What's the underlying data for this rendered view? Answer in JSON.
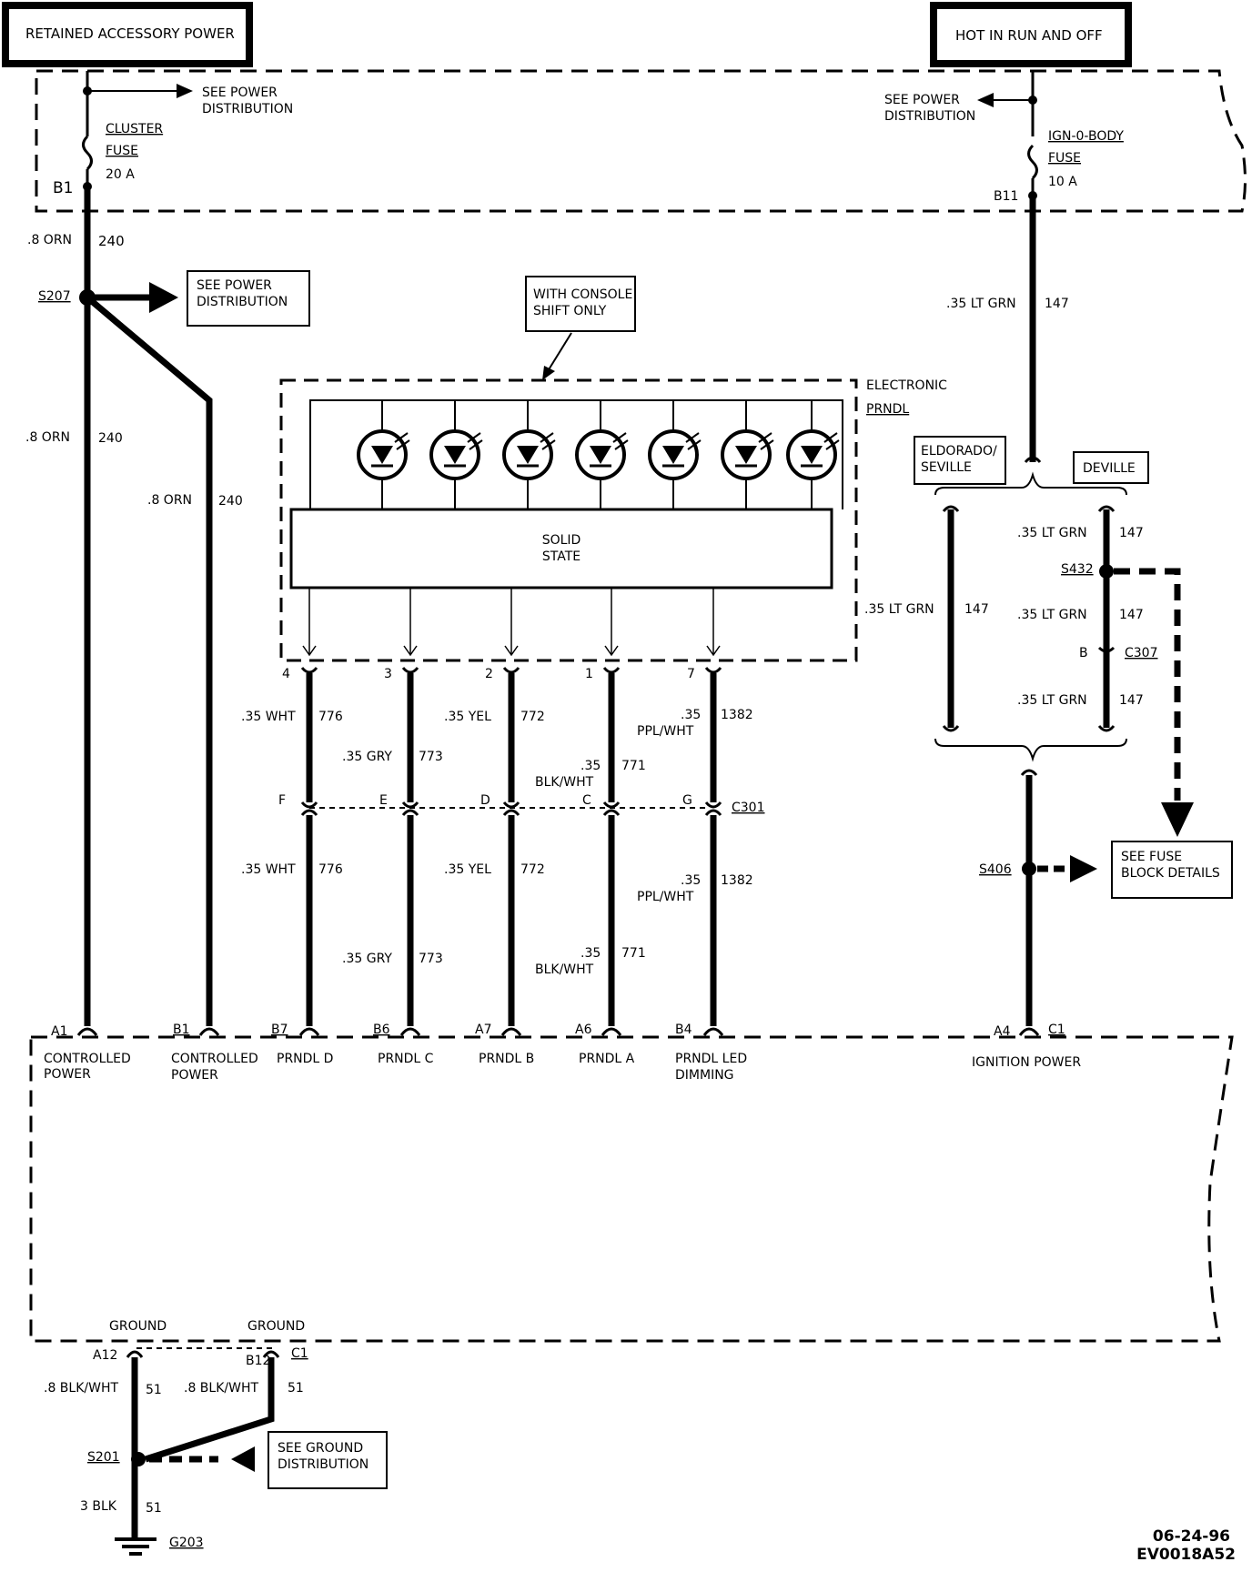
{
  "headers": {
    "retained": "RETAINED ACCESSORY POWER",
    "hot": "HOT IN RUN AND OFF"
  },
  "fuse_block": {
    "see_power_left_1": "SEE POWER",
    "see_power_left_2": "DISTRIBUTION",
    "see_power_right_1": "SEE POWER",
    "see_power_right_2": "DISTRIBUTION",
    "cluster_fuse_1": "CLUSTER",
    "cluster_fuse_2": "FUSE",
    "cluster_fuse_3": "20 A",
    "ign_fuse_1": "IGN-0-BODY",
    "ign_fuse_2": "FUSE",
    "ign_fuse_3": "10 A",
    "pin_b1": "B1",
    "pin_b11": "B11"
  },
  "left_power": {
    "wire1_size": ".8 ORN",
    "wire1_circuit": "240",
    "splice": "S207",
    "see_power_1": "SEE POWER",
    "see_power_2": "DISTRIBUTION",
    "wire2_size": ".8 ORN",
    "wire2_circuit": "240",
    "wire3_size": ".8 ORN",
    "wire3_circuit": "240"
  },
  "prndl": {
    "console_note_1": "WITH CONSOLE",
    "console_note_2": "SHIFT ONLY",
    "title_1": "ELECTRONIC",
    "title_2": "PRNDL",
    "solid_1": "SOLID",
    "solid_2": "STATE",
    "pins": [
      "4",
      "3",
      "2",
      "1",
      "7"
    ]
  },
  "wires_upper": {
    "w776_size": ".35 WHT",
    "w776_circuit": "776",
    "w773_size": ".35 GRY",
    "w773_circuit": "773",
    "w772_size": ".35 YEL",
    "w772_circuit": "772",
    "w771_size_1": ".35",
    "w771_size_2": "BLK/WHT",
    "w771_circuit": "771",
    "w1382_size_1": ".35",
    "w1382_size_2": "PPL/WHT",
    "w1382_circuit": "1382"
  },
  "connector_c301": {
    "name": "C301",
    "pins": [
      "F",
      "E",
      "D",
      "C",
      "G"
    ]
  },
  "wires_lower": {
    "w776_size": ".35 WHT",
    "w776_circuit": "776",
    "w773_size": ".35 GRY",
    "w773_circuit": "773",
    "w772_size": ".35 YEL",
    "w772_circuit": "772",
    "w771_size_1": ".35",
    "w771_size_2": "BLK/WHT",
    "w771_circuit": "771",
    "w1382_size_1": ".35",
    "w1382_size_2": "PPL/WHT",
    "w1382_circuit": "1382"
  },
  "right_power": {
    "top_size": ".35 LT GRN",
    "top_circuit": "147",
    "eldorado_1": "ELDORADO/",
    "eldorado_2": "SEVILLE",
    "deville": "DEVILLE",
    "el_size": ".35 LT GRN",
    "el_circuit": "147",
    "dv1_size": ".35 LT GRN",
    "dv1_circuit": "147",
    "splice_s432": "S432",
    "dv2_size": ".35 LT GRN",
    "dv2_circuit": "147",
    "c307_pin": "B",
    "c307": "C307",
    "dv3_size": ".35 LT GRN",
    "dv3_circuit": "147",
    "splice_s406": "S406",
    "see_fuse_1": "SEE FUSE",
    "see_fuse_2": "BLOCK DETAILS"
  },
  "cluster": {
    "pins": [
      {
        "pin": "A1",
        "label_1": "CONTROLLED",
        "label_2": "POWER"
      },
      {
        "pin": "B1",
        "label_1": "CONTROLLED",
        "label_2": "POWER"
      },
      {
        "pin": "B7",
        "label_1": "PRNDL D",
        "label_2": ""
      },
      {
        "pin": "B6",
        "label_1": "PRNDL C",
        "label_2": ""
      },
      {
        "pin": "A7",
        "label_1": "PRNDL B",
        "label_2": ""
      },
      {
        "pin": "A6",
        "label_1": "PRNDL A",
        "label_2": ""
      },
      {
        "pin": "B4",
        "label_1": "PRNDL LED",
        "label_2": "DIMMING"
      }
    ],
    "ign_pin_a4": "A4",
    "ign_pin_c1": "C1",
    "ign_label": "IGNITION POWER",
    "ground_1": "GROUND",
    "ground_2": "GROUND",
    "pin_a12": "A12",
    "pin_b12": "B12",
    "pin_c1": "C1"
  },
  "ground": {
    "w1_size": ".8 BLK/WHT",
    "w1_circuit": "51",
    "w2_size": ".8 BLK/WHT",
    "w2_circuit": "51",
    "splice": "S201",
    "see_ground_1": "SEE GROUND",
    "see_ground_2": "DISTRIBUTION",
    "w3_size": "3 BLK",
    "w3_circuit": "51",
    "ground_point": "G203"
  },
  "footer": {
    "date": "06-24-96",
    "code": "EV0018A52"
  }
}
